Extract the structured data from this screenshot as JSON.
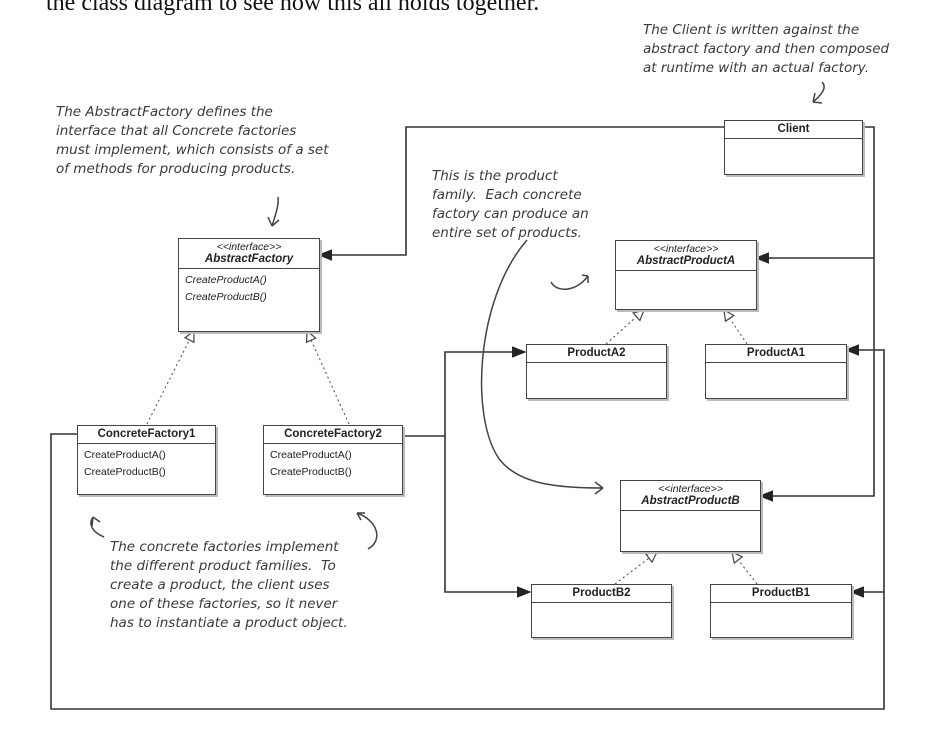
{
  "intro_text": "the class diagram to see how this all holds together.",
  "notes": {
    "client": "The Client is written against the\nabstract factory and then composed\nat runtime with an actual factory.",
    "abstract_factory": "The AbstractFactory defines the\ninterface that all Concrete factories\nmust implement, which consists of a set\nof methods for producing products.",
    "product_family": "This is the product\nfamily.  Each concrete\nfactory can produce an\nentire set of products.",
    "concrete_factories": "The concrete factories implement\nthe different product families.  To\ncreate a product, the client uses\none of these factories, so it never\nhas to instantiate a product object."
  },
  "classes": {
    "client": {
      "name": "Client"
    },
    "abstract_factory": {
      "stereotype": "<<interface>>",
      "name": "AbstractFactory",
      "methods": [
        "CreateProductA()",
        "CreateProductB()"
      ]
    },
    "concrete_factory_1": {
      "name": "ConcreteFactory1",
      "methods": [
        "CreateProductA()",
        "CreateProductB()"
      ]
    },
    "concrete_factory_2": {
      "name": "ConcreteFactory2",
      "methods": [
        "CreateProductA()",
        "CreateProductB()"
      ]
    },
    "abstract_product_a": {
      "stereotype": "<<interface>>",
      "name": "AbstractProductA"
    },
    "product_a2": {
      "name": "ProductA2"
    },
    "product_a1": {
      "name": "ProductA1"
    },
    "abstract_product_b": {
      "stereotype": "<<interface>>",
      "name": "AbstractProductB"
    },
    "product_b2": {
      "name": "ProductB2"
    },
    "product_b1": {
      "name": "ProductB1"
    }
  }
}
